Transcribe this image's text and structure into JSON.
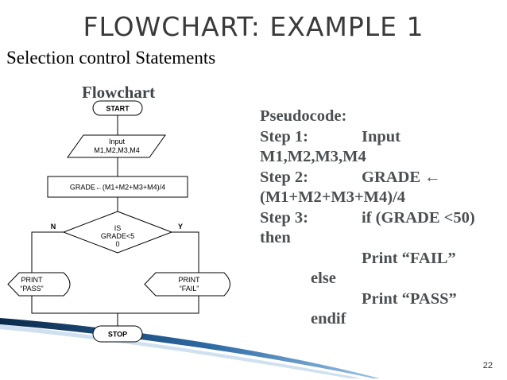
{
  "slide": {
    "title": "FLOWCHART: EXAMPLE 1",
    "subtitle": "Selection control Statements",
    "page_number": "22"
  },
  "flowchart": {
    "heading": "Flowchart",
    "start": "START",
    "input_line1": "Input",
    "input_line2": "M1,M2,M3,M4",
    "process": "GRADE←(M1+M2+M3+M4)/4",
    "decision_line1": "IS",
    "decision_line2": "GRADE<5",
    "decision_line3": "0",
    "no_label": "N",
    "yes_label": "Y",
    "print_pass_line1": "PRINT",
    "print_pass_line2": "“PASS”",
    "print_fail_line1": "PRINT",
    "print_fail_line2": "“FAIL”",
    "stop": "STOP"
  },
  "pseudocode": {
    "heading": "Pseudocode:",
    "step1_label": "Step 1:",
    "step1_text": "Input",
    "step1_cont": "M1,M2,M3,M4",
    "step2_label": "Step 2:",
    "step2_text": "GRADE ←",
    "step2_cont": "(M1+M2+M3+M4)/4",
    "step3_label": "Step 3:",
    "step3_text": "if (GRADE <50)",
    "then": "then",
    "print_fail": "Print “FAIL”",
    "else": "else",
    "print_pass": "Print “PASS”",
    "endif": "endif"
  },
  "colors": {
    "accent": "#1f4e79",
    "text_pseudo": "#4b4f52",
    "title": "#3a3a3a"
  }
}
